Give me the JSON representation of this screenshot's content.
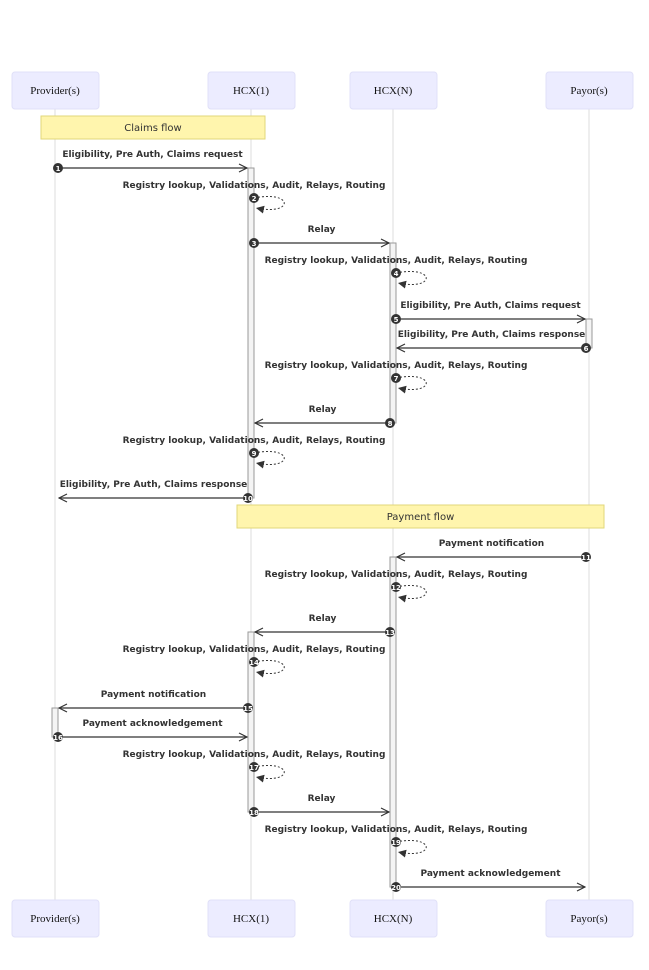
{
  "participants": [
    "Provider(s)",
    "HCX(1)",
    "HCX(N)",
    "Payor(s)"
  ],
  "notes": [
    {
      "text": "Claims flow",
      "from": 0,
      "to": 1
    },
    {
      "text": "Payment flow",
      "from": 1,
      "to": 3
    }
  ],
  "messages": [
    {
      "n": "1",
      "from": 0,
      "to": 1,
      "text": "Eligibility, Pre Auth, Claims request"
    },
    {
      "n": "2",
      "from": 1,
      "to": 1,
      "text": "Registry lookup, Validations, Audit, Relays, Routing"
    },
    {
      "n": "3",
      "from": 1,
      "to": 2,
      "text": "Relay"
    },
    {
      "n": "4",
      "from": 2,
      "to": 2,
      "text": "Registry lookup, Validations, Audit, Relays, Routing"
    },
    {
      "n": "5",
      "from": 2,
      "to": 3,
      "text": "Eligibility, Pre Auth, Claims request"
    },
    {
      "n": "6",
      "from": 3,
      "to": 2,
      "text": "Eligibility, Pre Auth, Claims response"
    },
    {
      "n": "7",
      "from": 2,
      "to": 2,
      "text": "Registry lookup, Validations, Audit, Relays, Routing"
    },
    {
      "n": "8",
      "from": 2,
      "to": 1,
      "text": "Relay"
    },
    {
      "n": "9",
      "from": 1,
      "to": 1,
      "text": "Registry lookup, Validations, Audit, Relays, Routing"
    },
    {
      "n": "10",
      "from": 1,
      "to": 0,
      "text": "Eligibility, Pre Auth, Claims response"
    },
    {
      "n": "11",
      "from": 3,
      "to": 2,
      "text": "Payment notification"
    },
    {
      "n": "12",
      "from": 2,
      "to": 2,
      "text": "Registry lookup, Validations, Audit, Relays, Routing"
    },
    {
      "n": "13",
      "from": 2,
      "to": 1,
      "text": "Relay"
    },
    {
      "n": "14",
      "from": 1,
      "to": 1,
      "text": "Registry lookup, Validations, Audit, Relays, Routing"
    },
    {
      "n": "15",
      "from": 1,
      "to": 0,
      "text": "Payment notification"
    },
    {
      "n": "16",
      "from": 0,
      "to": 1,
      "text": "Payment acknowledgement"
    },
    {
      "n": "17",
      "from": 1,
      "to": 1,
      "text": "Registry lookup, Validations, Audit, Relays, Routing"
    },
    {
      "n": "18",
      "from": 1,
      "to": 2,
      "text": "Relay"
    },
    {
      "n": "19",
      "from": 2,
      "to": 2,
      "text": "Registry lookup, Validations, Audit, Relays, Routing"
    },
    {
      "n": "20",
      "from": 2,
      "to": 3,
      "text": "Payment acknowledgement"
    }
  ]
}
